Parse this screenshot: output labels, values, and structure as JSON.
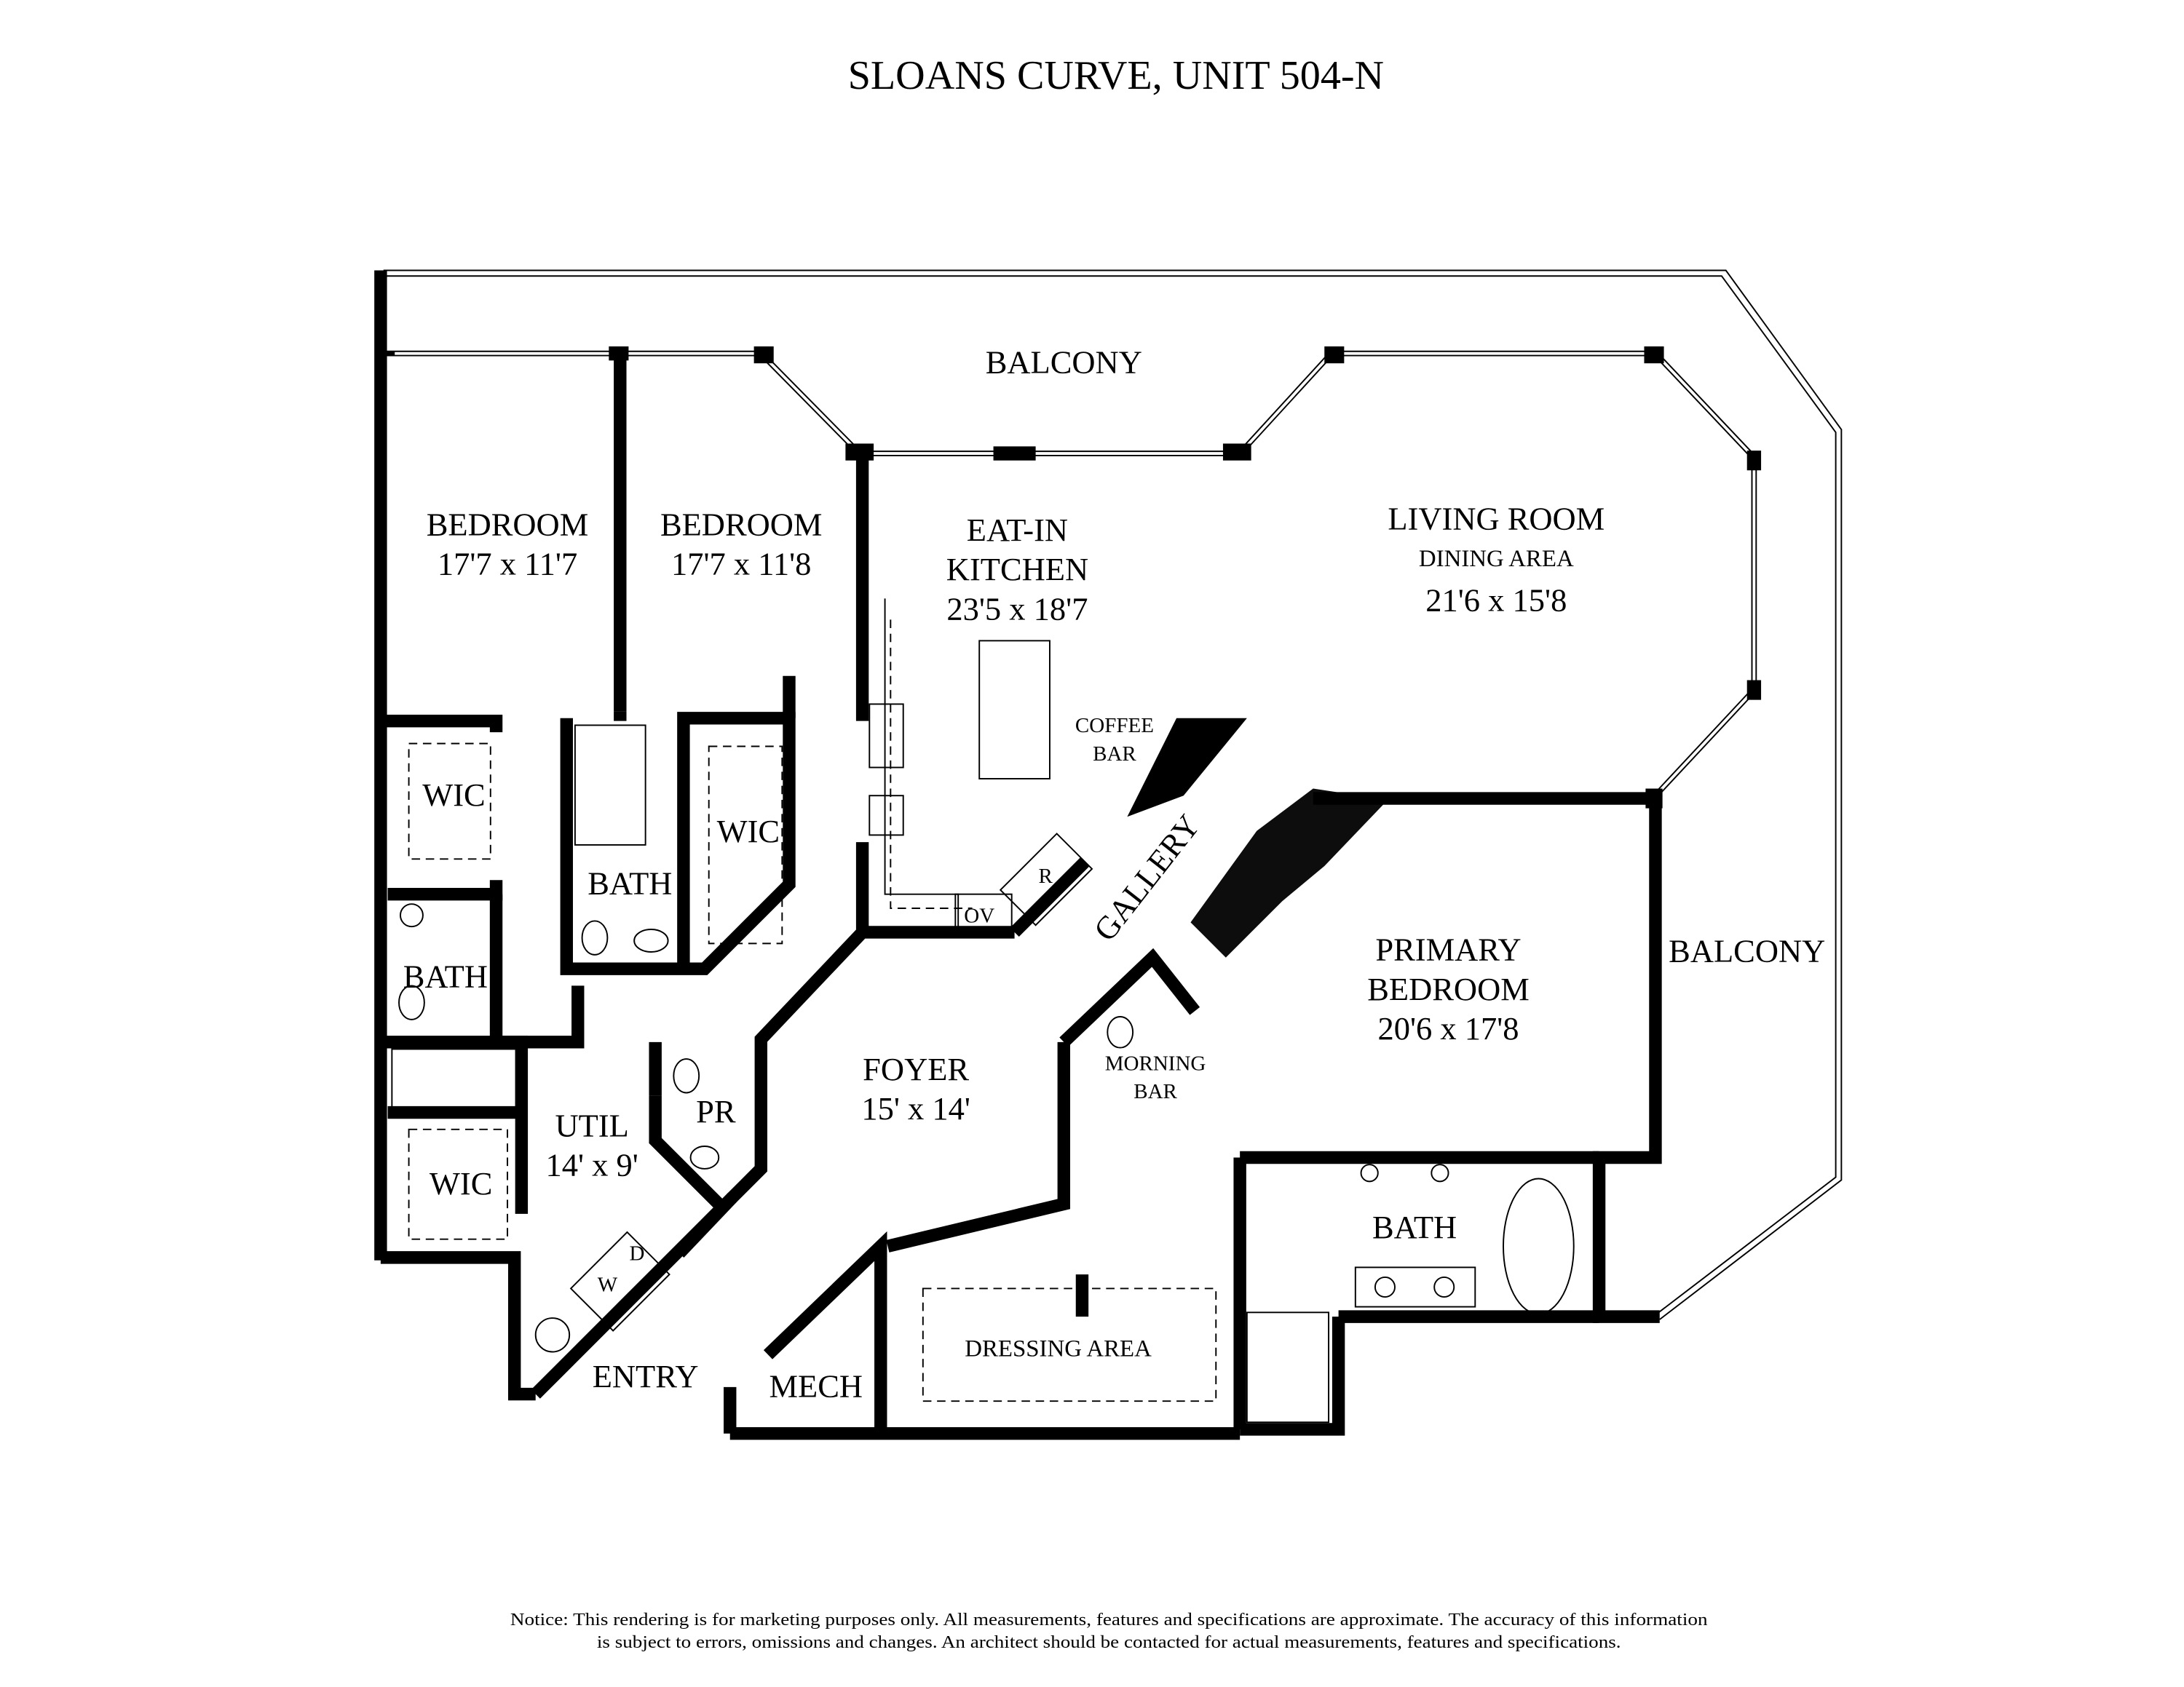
{
  "title": "SLOANS CURVE, UNIT 504-N",
  "rooms": {
    "balcony_top": "BALCONY",
    "balcony_right": "BALCONY",
    "bedroom1": {
      "name": "BEDROOM",
      "size": "17'7 x 11'7"
    },
    "bedroom2": {
      "name": "BEDROOM",
      "size": "17'7 x 11'8"
    },
    "kitchen": {
      "name1": "EAT-IN",
      "name2": "KITCHEN",
      "size": "23'5 x 18'7"
    },
    "living": {
      "name": "LIVING ROOM",
      "sub": "DINING AREA",
      "size": "21'6 x 15'8"
    },
    "coffee_bar": {
      "l1": "COFFEE",
      "l2": "BAR"
    },
    "gallery": "GALLERY",
    "primary": {
      "l1": "PRIMARY",
      "l2": "BEDROOM",
      "size": "20'6 x 17'8"
    },
    "morning_bar": {
      "l1": "MORNING",
      "l2": "BAR"
    },
    "foyer": {
      "name": "FOYER",
      "size": "15' x 14'"
    },
    "wic1": "WIC",
    "wic2": "WIC",
    "wic3": "WIC",
    "bath1": "BATH",
    "bath2": "BATH",
    "bath3": "BATH",
    "util": {
      "name": "UTIL",
      "size": "14' x 9'"
    },
    "pr": "PR",
    "entry": "ENTRY",
    "mech": "MECH",
    "dressing": "DRESSING AREA",
    "ov": "OV",
    "r": "R",
    "w": "W",
    "d": "D"
  },
  "notice": {
    "line1": "Notice: This rendering is for marketing purposes only. All measurements, features and specifications are approximate. The accuracy of this information",
    "line2": "is subject to errors, omissions and changes. An architect should be contacted for actual measurements, features and specifications."
  }
}
